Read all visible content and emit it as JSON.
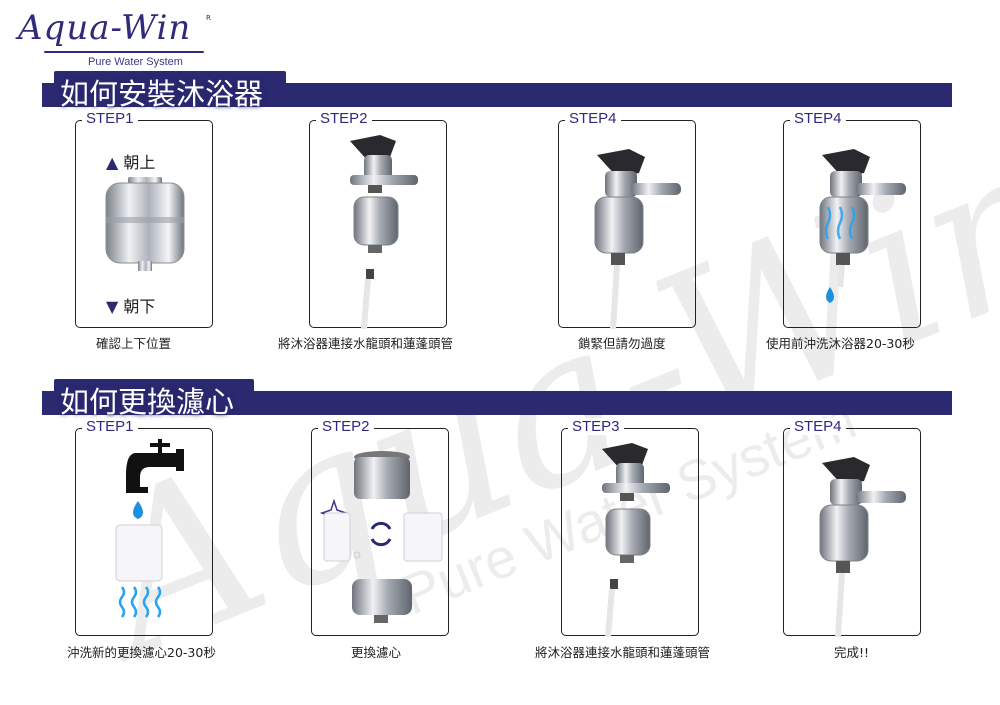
{
  "brand": {
    "name": "Aqua-Win",
    "registered": "R",
    "tagline": "Pure Water System"
  },
  "sections": [
    {
      "title": "如何安裝沐浴器",
      "steps": [
        {
          "label": "STEP1",
          "caption": "確認上下位置",
          "up_label": "朝上",
          "down_label": "朝下"
        },
        {
          "label": "STEP2",
          "caption": "將沐浴器連接水龍頭和蓮蓬頭管"
        },
        {
          "label": "STEP4",
          "caption": "鎖緊但請勿過度"
        },
        {
          "label": "STEP4",
          "caption": "使用前沖洗沐浴器20-30秒"
        }
      ]
    },
    {
      "title": "如何更換濾心",
      "steps": [
        {
          "label": "STEP1",
          "caption": "沖洗新的更換濾心20-30秒"
        },
        {
          "label": "STEP2",
          "caption": "更換濾心"
        },
        {
          "label": "STEP3",
          "caption": "將沐浴器連接水龍頭和蓮蓬頭管"
        },
        {
          "label": "STEP4",
          "caption": "完成!!"
        }
      ]
    }
  ],
  "colors": {
    "brand_navy": "#2b2970",
    "step_label": "#2f2a7c",
    "water_blue": "#1e90e0",
    "chrome": "#b8bcc4"
  }
}
